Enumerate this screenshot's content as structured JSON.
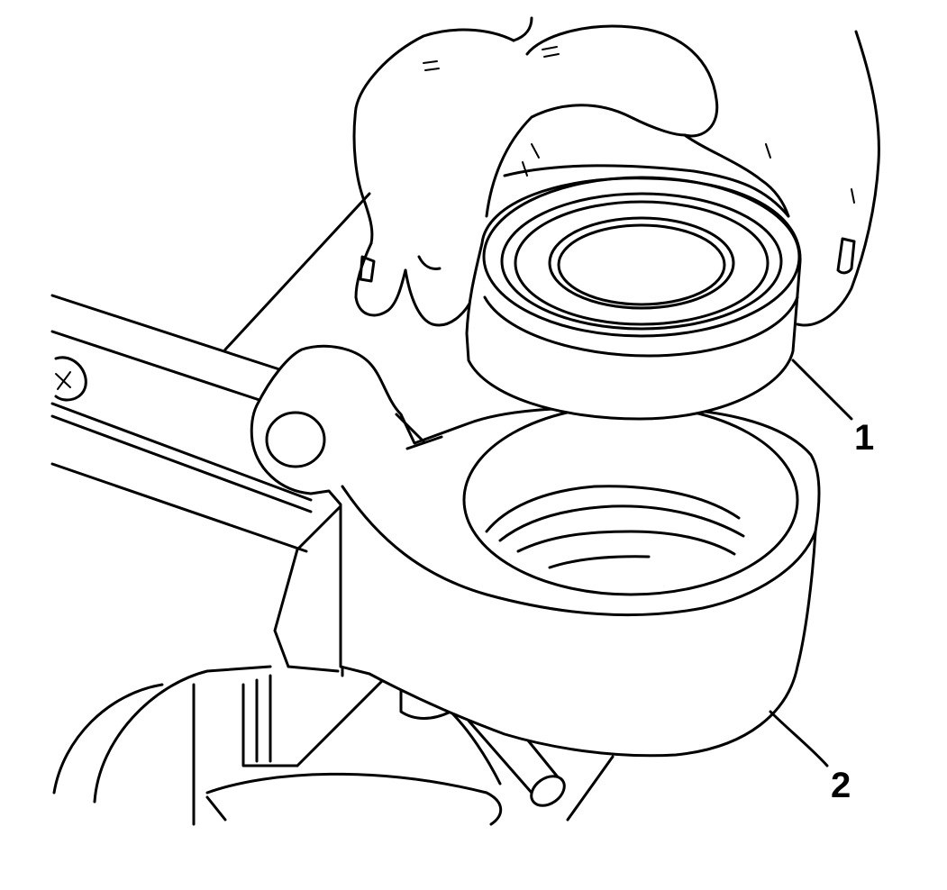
{
  "callouts": [
    {
      "id": "1",
      "label": "1"
    },
    {
      "id": "2",
      "label": "2"
    }
  ],
  "colors": {
    "line": "#000000",
    "background": "#ffffff"
  },
  "icons": {
    "bolt_head_marking": "x-mark-icon"
  }
}
